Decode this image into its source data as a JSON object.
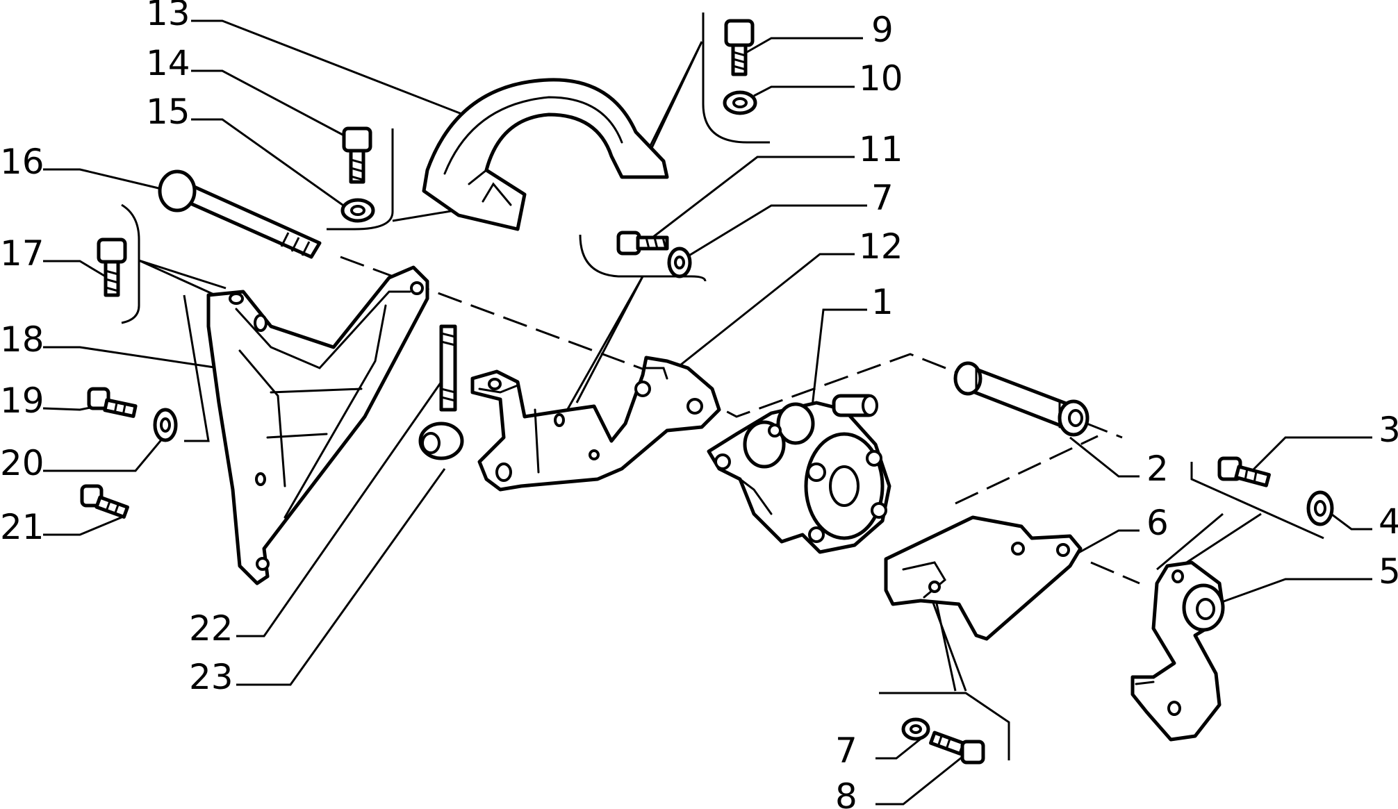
{
  "callouts": [
    "13",
    "14",
    "15",
    "16",
    "17",
    "18",
    "19",
    "20",
    "21",
    "22",
    "23",
    "9",
    "10",
    "11",
    "7",
    "12",
    "1",
    "2",
    "3",
    "4",
    "5",
    "6",
    "7",
    "8"
  ],
  "colors": {
    "ink": "#000000",
    "background": "#ffffff"
  }
}
